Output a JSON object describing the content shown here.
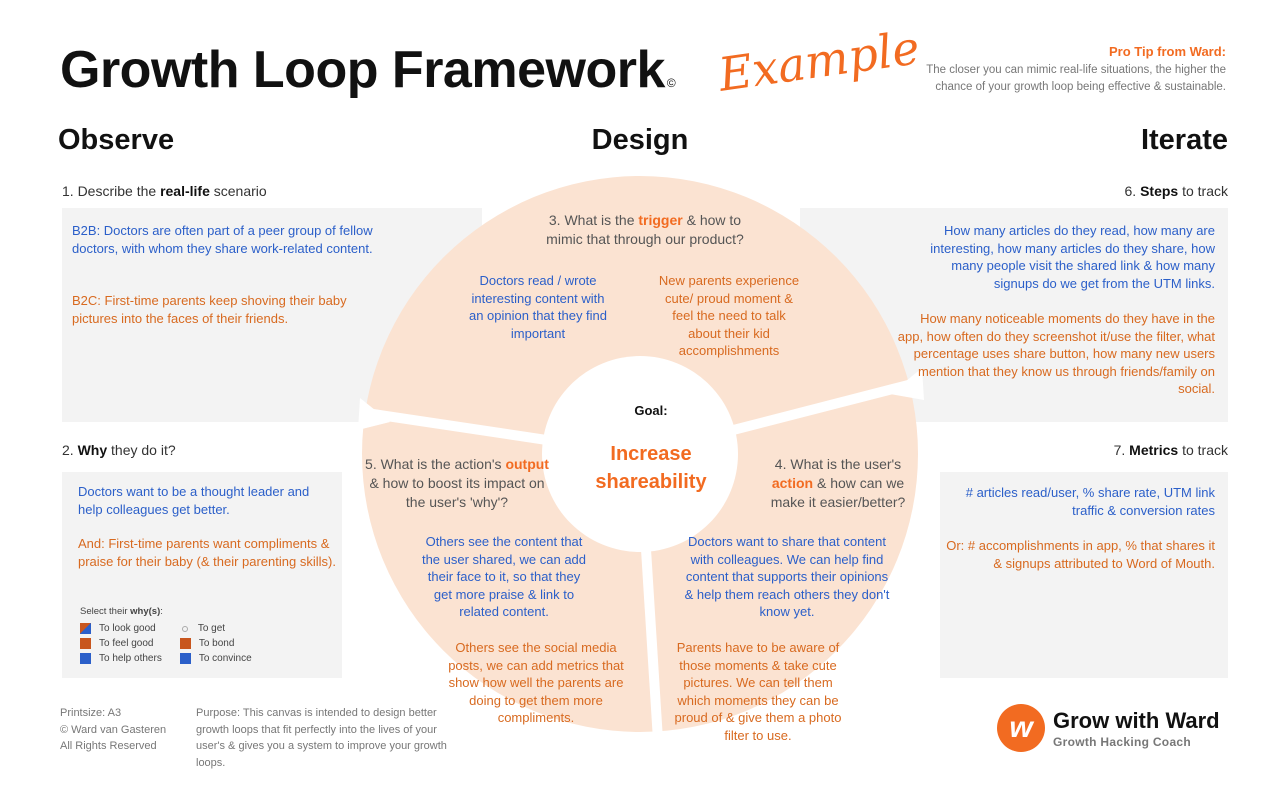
{
  "header": {
    "title": "Growth Loop Framework",
    "copyright_symbol": "©",
    "example_label": "Example",
    "pro_tip_title": "Pro Tip from Ward:",
    "pro_tip_text": "The closer you can mimic real-life situations, the higher the chance of your growth loop being effective & sustainable."
  },
  "sections": {
    "observe": "Observe",
    "design": "Design",
    "iterate": "Iterate"
  },
  "observe": {
    "q1_prefix": "1. Describe the ",
    "q1_bold": "real-life",
    "q1_suffix": " scenario",
    "q1_b2b": "B2B: Doctors are often part of a peer group of fellow doctors, with whom they share work-related content.",
    "q1_b2c": "B2C: First-time parents keep shoving their baby pictures into the faces of their friends.",
    "q2_prefix": "2. ",
    "q2_bold": "Why",
    "q2_suffix": " they do it?",
    "q2_blue": "Doctors want to be a thought leader and help colleagues get better.",
    "q2_orange": "And: First-time parents want compliments & praise for their baby (& their parenting skills).",
    "legend_title_prefix": "Select their ",
    "legend_title_bold": "why(s)",
    "legend_title_suffix": ":",
    "legend": [
      {
        "label": "To look good",
        "color": "#2b5fc9"
      },
      {
        "label": "To feel good",
        "color": "#c8561e"
      },
      {
        "label": "To help others",
        "color": "#2b5fc9"
      },
      {
        "label": "To get",
        "color": "#ffffff"
      },
      {
        "label": "To bond",
        "color": "#c8561e"
      },
      {
        "label": "To convince",
        "color": "#2b5fc9"
      }
    ]
  },
  "design": {
    "q3_prefix": "3. What is the ",
    "q3_bold": "trigger",
    "q3_suffix": " & how to mimic that through our product?",
    "q3_blue": "Doctors read / wrote interesting content with an opinion that they find important",
    "q3_orange": "New parents experience cute/ proud moment & feel the need to talk about their kid accomplishments",
    "goal_label": "Goal:",
    "goal_text_1": "Increase",
    "goal_text_2": "shareability",
    "q5_prefix": "5. What is the action's ",
    "q5_bold": "output",
    "q5_suffix": " & how to boost its impact on the user's 'why'?",
    "q5_blue": "Others see the content that the user shared, we can add their face to it, so that they get more praise & link to related content.",
    "q5_orange": "Others see the social media posts, we can add metrics that show how well the parents are doing to get them more compliments.",
    "q4_prefix": "4. What is the user's ",
    "q4_bold": "action",
    "q4_suffix": " & how can we make it easier/better?",
    "q4_blue": "Doctors want to share that content with colleagues. We can help find content that supports their opinions & help them reach others they don't know yet.",
    "q4_orange": "Parents have to be aware of those moments & take cute pictures. We can tell them which moments they can be proud of & give them a photo filter to use."
  },
  "iterate": {
    "q6_prefix": "6. ",
    "q6_bold": "Steps",
    "q6_suffix": " to track",
    "q6_blue": "How many articles do they read, how many are interesting, how many articles do they share, how many people visit the shared link & how many signups do we get from the UTM links.",
    "q6_orange": "How many noticeable moments do they have in the app, how often do they screenshot it/use the filter, what percentage uses share button, how many new users mention that they know us through friends/family on social.",
    "q7_prefix": "7. ",
    "q7_bold": "Metrics",
    "q7_suffix": " to track",
    "q7_blue": "# articles read/user, % share rate, UTM link traffic & conversion rates",
    "q7_orange": "Or: # accomplishments in app, % that shares it & signups attributed to Word of Mouth."
  },
  "footer": {
    "print_size": "Printsize: A3",
    "author": "© Ward van Gasteren",
    "rights": "All Rights Reserved",
    "purpose": "Purpose: This canvas is intended to design better growth loops that fit perfectly into the lives of your user's & gives you a system to improve your growth loops.",
    "brand_icon": "w",
    "brand_name": "Grow with Ward",
    "brand_sub": "Growth Hacking Coach"
  },
  "colors": {
    "accent_orange": "#f26b21",
    "text_blue": "#2b5fc9",
    "text_orange": "#d86a20",
    "ring_fill": "#fbe3d2",
    "panel_gray": "#f3f3f3"
  }
}
